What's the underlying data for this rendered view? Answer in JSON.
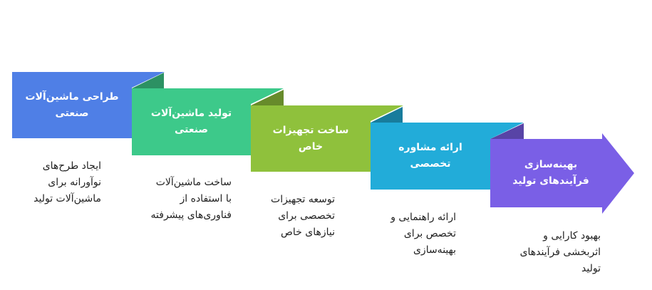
{
  "steps": [
    {
      "title": "طراحی ماشین‌آلات\nصنعتی",
      "description": "ایجاد طرح‌های\nنوآورانه برای\nماشین‌آلات تولید",
      "color": "#4F7FE6"
    },
    {
      "title": "تولید ماشین‌آلات\nصنعتی",
      "description": "ساخت ماشین‌آلات\nبا استفاده از\nفناوری‌های پیشرفته",
      "color": "#3DC98A"
    },
    {
      "title": "ساخت تجهیزات\nخاص",
      "description": "توسعه تجهیزات\nتخصصی برای\nنیازهای خاص",
      "color": "#8FC13C"
    },
    {
      "title": "ارائه مشاوره\nتخصصی",
      "description": "ارائه راهنمایی و\nتخصص برای\nبهینه‌سازی",
      "color": "#22ACD9"
    },
    {
      "title": "بهینه‌سازی\nفرآیندهای تولید",
      "description": "بهبود کارایی و\nاثربخشی فرآیندهای\nتولید",
      "color": "#7A5FE6"
    }
  ]
}
